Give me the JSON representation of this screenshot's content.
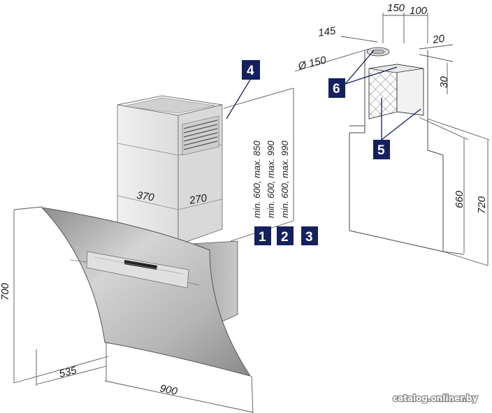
{
  "dimensions": {
    "width_900": "900",
    "depth_535": "535",
    "height_700": "700",
    "chimney_width_370": "370",
    "chimney_depth_270": "270",
    "range_1": "min. 600, max. 850",
    "range_2": "min. 600, max. 990",
    "range_3": "min. 600, max. 990",
    "duct_diameter": "Ø 150",
    "offset_145": "145",
    "offset_150": "150",
    "offset_100": "100",
    "offset_20": "20",
    "offset_30": "30",
    "height_660": "660",
    "height_720": "720"
  },
  "callouts": {
    "c1": "1",
    "c2": "2",
    "c3": "3",
    "c4": "4",
    "c5": "5",
    "c6": "6"
  },
  "watermark": "catalog.onliner.by",
  "colors": {
    "callout_bg": "#15205e",
    "hood_glass": "#bdbdbd",
    "chimney": "#e6e6e6"
  }
}
